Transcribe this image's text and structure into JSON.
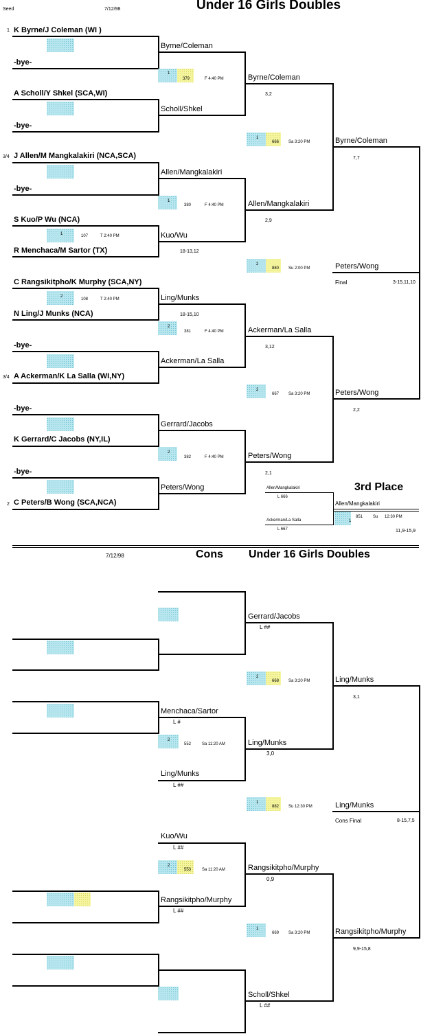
{
  "main": {
    "seed_label": "Seed",
    "date": "7/12/98",
    "title": "Under 16 Girls Doubles",
    "draw": [
      {
        "seed": "1",
        "name": "K Byrne/J Coleman (WI )"
      },
      {
        "seed": "",
        "name": "-bye-"
      },
      {
        "seed": "",
        "name": "A Scholl/Y Shkel (SCA,WI)"
      },
      {
        "seed": "",
        "name": "-bye-"
      },
      {
        "seed": "3/4",
        "name": "J Allen/M Mangkalakiri (NCA,SCA)"
      },
      {
        "seed": "",
        "name": "-bye-"
      },
      {
        "seed": "",
        "name": "S Kuo/P Wu (NCA)"
      },
      {
        "seed": "",
        "name": "R Menchaca/M Sartor (TX)"
      },
      {
        "seed": "",
        "name": "C Rangsikitpho/K Murphy (SCA,NY)"
      },
      {
        "seed": "",
        "name": "N Ling/J Munks (NCA)"
      },
      {
        "seed": "",
        "name": "-bye-"
      },
      {
        "seed": "3/4",
        "name": "A Ackerman/K La Salla (WI,NY)"
      },
      {
        "seed": "",
        "name": "-bye-"
      },
      {
        "seed": "",
        "name": "K Gerrard/C Jacobs (NY,IL)"
      },
      {
        "seed": "",
        "name": "-bye-"
      },
      {
        "seed": "2",
        "name": "C Peters/B Wong (SCA,NCA)"
      }
    ],
    "r1": [
      {
        "box": "1",
        "num": "107",
        "time": "T 2:40 PM",
        "score": "18-13,12"
      },
      {
        "box": "2",
        "num": "108",
        "time": "T 2:40 PM",
        "score": "18-15,10"
      }
    ],
    "r2": [
      {
        "winner": "Byrne/Coleman"
      },
      {
        "winner": "Scholl/Shkel"
      },
      {
        "winner": "Allen/Mangkalakiri"
      },
      {
        "winner": "Kuo/Wu"
      },
      {
        "winner": "Ling/Munks"
      },
      {
        "winner": "Ackerman/La Salla"
      },
      {
        "winner": "Gerrard/Jacobs"
      },
      {
        "winner": "Peters/Wong"
      }
    ],
    "r2_matches": [
      {
        "box": "1",
        "num": "379",
        "time": "F 4:40 PM"
      },
      {
        "box": "1",
        "num": "380",
        "time": "F 4:40 PM"
      },
      {
        "box": "2",
        "num": "381",
        "time": "F 4:40 PM"
      },
      {
        "box": "2",
        "num": "382",
        "time": "F 4:40 PM"
      }
    ],
    "qf": [
      {
        "winner": "Byrne/Coleman",
        "score": "3,2"
      },
      {
        "winner": "Allen/Mangkalakiri",
        "score": "2,9"
      },
      {
        "winner": "Ackerman/La Salla",
        "score": "3,12"
      },
      {
        "winner": "Peters/Wong",
        "score": "2,1"
      }
    ],
    "qf_matches": [
      {
        "box": "1",
        "num": "666",
        "time": "Sa 3:20 PM"
      },
      {
        "box": "2",
        "num": "667",
        "time": "Sa 3:20 PM"
      }
    ],
    "sf": [
      {
        "winner": "Byrne/Coleman",
        "score": "7,7"
      },
      {
        "winner": "Peters/Wong",
        "score": "2,2"
      }
    ],
    "final_match": {
      "box": "2",
      "num": "880",
      "time": "Su 2:00 PM"
    },
    "final": {
      "winner": "Peters/Wong",
      "label": "Final",
      "score": "3-15,11,10"
    },
    "third": {
      "title": "3rd Place",
      "p1": "Allen/Mangkalakiri",
      "p1_loss": "L 666",
      "p2": "Ackerman/La Salla",
      "p2_loss": "L 667",
      "winner": "Allen/Mangkalakiri",
      "box": "1",
      "num": "851",
      "time": "Su",
      "time2": "12:30 PM",
      "score": "11,9-15,9"
    }
  },
  "cons": {
    "date": "7/12/98",
    "label": "Cons",
    "title": "Under 16 Girls Doubles",
    "r1": [
      {
        "winner": "Menchaca/Sartor",
        "loss": "L   #"
      },
      {
        "winner": "Ling/Munks",
        "loss": "L   ##"
      },
      {
        "winner": "Kuo/Wu",
        "loss": "L   ##"
      },
      {
        "winner": "Rangsikitpho/Murphy",
        "loss": "L   ##"
      }
    ],
    "r1_matches": [
      {
        "box": "2",
        "num": "552",
        "time": "Sa 11:20 AM"
      },
      {
        "box": "2",
        "num": "553",
        "time": "Sa 11:20 AM"
      }
    ],
    "r2": [
      {
        "winner": "Gerrard/Jacobs",
        "loss": "L   ##"
      },
      {
        "winner": "Ling/Munks",
        "score": "3,0"
      },
      {
        "winner": "Rangsikitpho/Murphy",
        "score": "0,9"
      },
      {
        "winner": "Scholl/Shkel",
        "loss": "L   ##"
      }
    ],
    "r2_matches": [
      {
        "box": "2",
        "num": "668",
        "time": "Sa 3:20 PM"
      },
      {
        "box": "1",
        "num": "669",
        "time": "Sa 3:20 PM"
      }
    ],
    "sf": [
      {
        "winner": "Ling/Munks",
        "score": "3,1"
      },
      {
        "winner": "Rangsikitpho/Murphy",
        "score": "9,9-15,8"
      }
    ],
    "final_match": {
      "box": "1",
      "num": "882",
      "time": "Su 12:30 PM"
    },
    "final": {
      "winner": "Ling/Munks",
      "label": "Cons Final",
      "score": "8-15,7,5"
    }
  }
}
